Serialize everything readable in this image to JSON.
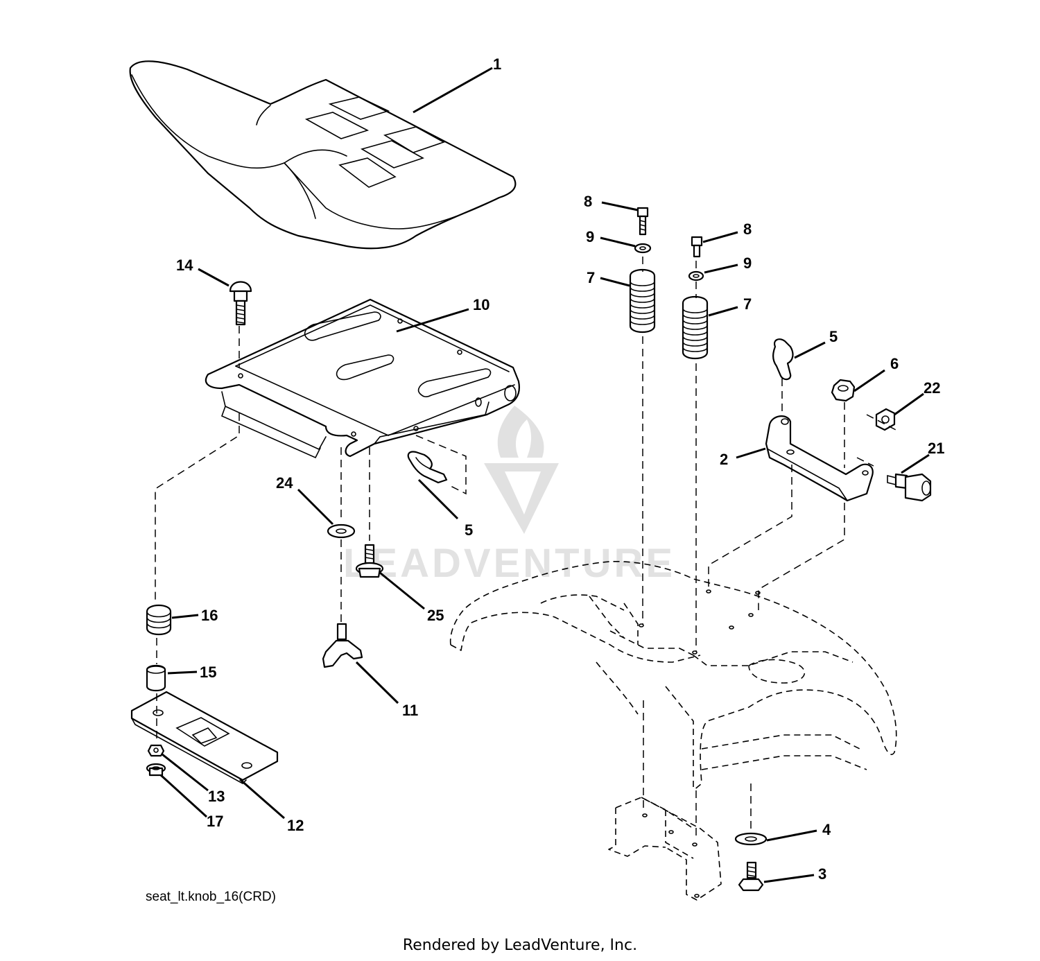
{
  "callouts": {
    "c1": "1",
    "c2": "2",
    "c3": "3",
    "c4": "4",
    "c5a": "5",
    "c5b": "5",
    "c6": "6",
    "c7a": "7",
    "c7b": "7",
    "c8a": "8",
    "c8b": "8",
    "c9a": "9",
    "c9b": "9",
    "c10": "10",
    "c11": "11",
    "c12": "12",
    "c13": "13",
    "c14": "14",
    "c15": "15",
    "c16": "16",
    "c17": "17",
    "c21": "21",
    "c22": "22",
    "c24": "24",
    "c25": "25"
  },
  "watermark": "LEADVENTURE",
  "diagram_code": "seat_lt.knob_16(CRD)",
  "footer": "Rendered by LeadVenture, Inc."
}
